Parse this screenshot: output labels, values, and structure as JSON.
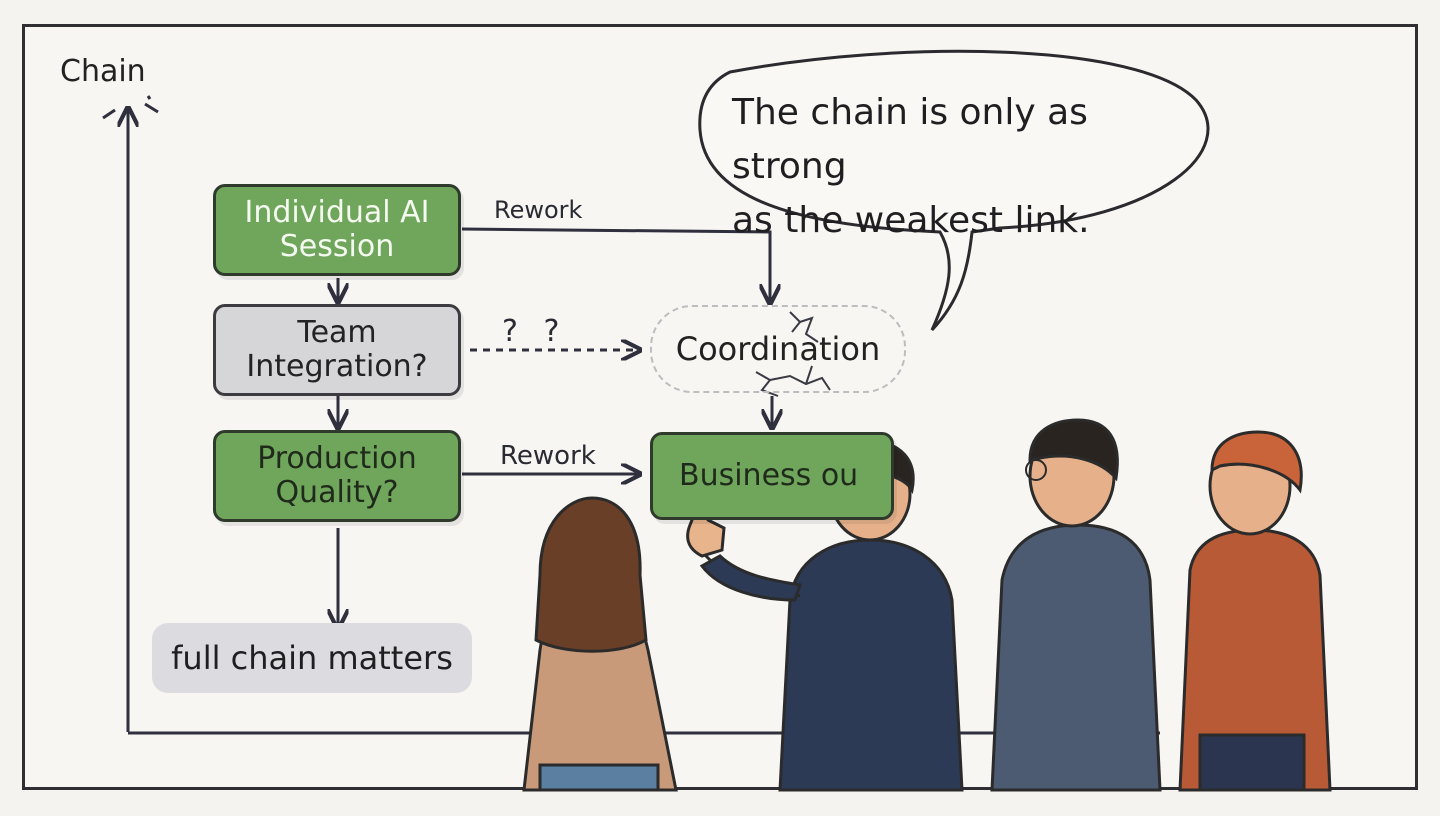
{
  "axis": {
    "label": "Chain"
  },
  "nodes": {
    "individual": "Individual AI Session",
    "team": "Team Integration?",
    "production": "Production Quality?",
    "coordination": "Coordination",
    "business": "Business ou",
    "full_chain": "full chain matters"
  },
  "edges": {
    "rework_top": "Rework",
    "rework_bottom": "Rework",
    "question_marks": "? ?"
  },
  "bubble": {
    "line1": "The chain is only as strong",
    "line2": "as the weakest link."
  },
  "colors": {
    "green_box": "#6fa65c",
    "grey_box": "#d6d6d8",
    "line": "#2f2f3d"
  }
}
